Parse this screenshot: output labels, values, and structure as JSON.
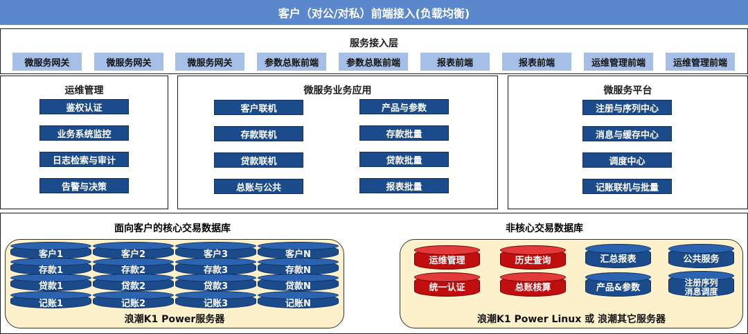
{
  "header": {
    "title": "客户（对公/对私）前端接入(负载均衡)"
  },
  "access_layer": {
    "title": "服务接入层",
    "items": [
      "微服务网关",
      "微服务网关",
      "微服务网关",
      "参数总账前端",
      "参数总账前端",
      "报表前端",
      "报表前端",
      "运维管理前端",
      "运维管理前端"
    ]
  },
  "ops": {
    "title": "运维管理",
    "items": [
      "鉴权认证",
      "业务系统监控",
      "日志检索与审计",
      "告警与决策"
    ]
  },
  "biz": {
    "title": "微服务业务应用",
    "left": [
      "客户联机",
      "存款联机",
      "贷款联机",
      "总账与公共"
    ],
    "right": [
      "产品与参数",
      "存款批量",
      "贷款批量",
      "报表批量"
    ]
  },
  "platform": {
    "title": "微服务平台",
    "items": [
      "注册与序列中心",
      "消息与缓存中心",
      "调度中心",
      "记账联机与批量"
    ]
  },
  "core_db": {
    "title": "面向客户的核心交易数据库",
    "columns": [
      [
        "客户1",
        "存款1",
        "贷款1",
        "记账1"
      ],
      [
        "客户2",
        "存款2",
        "贷款2",
        "记账2"
      ],
      [
        "客户3",
        "存款3",
        "贷款3",
        "记账3"
      ],
      [
        "客户N",
        "存款N",
        "贷款N",
        "记账N"
      ]
    ],
    "server": "浪潮K1 Power服务器"
  },
  "noncore_db": {
    "title": "非核心交易数据库",
    "red_items": [
      "运维管理",
      "历史查询",
      "统一认证",
      "总账核算"
    ],
    "blue_items": [
      "汇总报表",
      "公共服务",
      "产品&参数",
      "注册序列\n消息调度"
    ],
    "server": "浪潮K1 Power Linux 或 浪潮其它服务器"
  },
  "colors": {
    "header": "#5b87cd",
    "gateway": "#a6bfe6",
    "db_blue": "#1c4b8c",
    "db_red": "#c00d0d",
    "panel": "#fdf1cc"
  }
}
